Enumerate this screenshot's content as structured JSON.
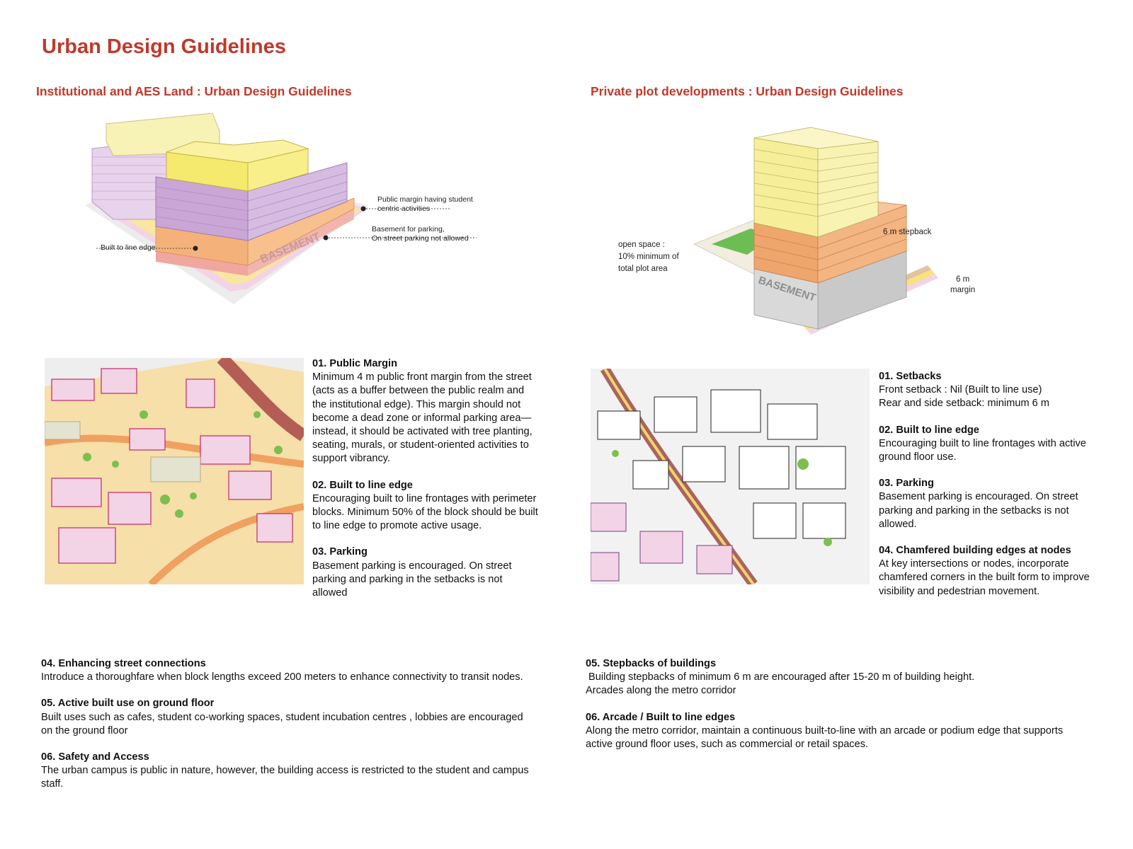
{
  "page": {
    "title": "Urban Design Guidelines"
  },
  "left": {
    "section_title": "Institutional and AES Land : Urban Design Guidelines",
    "diagram": {
      "label_public_margin": "Public margin having student centric activities",
      "label_public_margin_lines": [
        "Public margin having student",
        "centric activities"
      ],
      "label_basement_lines": [
        "Basement for parking,",
        "On street parking not allowed"
      ],
      "label_built_to_line": "Built to line edge",
      "basement_text": "BASEMENT"
    },
    "points": [
      {
        "heading": "01.  Public Margin",
        "body": "Minimum 4 m public front margin from the street (acts as a buffer between the public realm and the institutional edge). This margin should not become a dead zone or informal parking area—instead, it should be activated with tree planting, seating, murals, or student-oriented activities to support vibrancy."
      },
      {
        "heading": "02. Built to line edge",
        "body": "Encouraging built to line frontages with perimeter blocks. Minimum 50% of the block should be built to line edge to promote active usage."
      },
      {
        "heading": "03. Parking",
        "body": "Basement parking is encouraged. On street parking and parking in the setbacks is not allowed"
      }
    ],
    "lower_points": [
      {
        "heading": "04. Enhancing street connections",
        "body": "Introduce a thoroughfare when block lengths exceed 200 meters to enhance connectivity to transit nodes."
      },
      {
        "heading": "05. Active built use on ground floor",
        "body": "Built uses such as cafes, student co-working spaces, student incubation centres , lobbies are encouraged on the ground floor"
      },
      {
        "heading": "06. Safety and Access",
        "body": "The urban campus is public in nature, however, the building access is restricted to the student and campus staff."
      }
    ]
  },
  "right": {
    "section_title": "Private plot developments : Urban Design Guidelines",
    "diagram": {
      "label_open_space_lines": [
        "open space :",
        "10% minimum of",
        "total plot area"
      ],
      "label_stepback": "6 m stepback",
      "label_margin_lines": [
        "6  m",
        "margin"
      ],
      "basement_text": "BASEMENT"
    },
    "points": [
      {
        "heading": "01.  Setbacks",
        "body_lines": [
          "Front setback : Nil (Built to line use)",
          "Rear and side setback: minimum 6 m"
        ]
      },
      {
        "heading": "02. Built to line edge",
        "body": "Encouraging built to line frontages with active ground floor use."
      },
      {
        "heading": "03. Parking",
        "body": "Basement parking is encouraged. On street parking and parking in the setbacks is not allowed."
      },
      {
        "heading": "04. Chamfered building edges at nodes",
        "body": "At key intersections or nodes, incorporate chamfered corners in the built form to improve visibility and pedestrian movement."
      }
    ],
    "lower_points": [
      {
        "heading": "05. Stepbacks of buildings",
        "body_lines": [
          " Building stepbacks of minimum 6 m are encouraged after 15-20 m of building height.",
          "Arcades along the metro corridor"
        ]
      },
      {
        "heading": "06.  Arcade / Built to line edges",
        "body": "Along the metro corridor, maintain a continuous built-to-line with an arcade or podium edge that supports active ground floor uses, such as commercial or retail spaces."
      }
    ]
  },
  "colors": {
    "accent_red": "#c0392b",
    "purple": "#c9a6d6",
    "yellow": "#f6ee99",
    "orange": "#f4b27a",
    "pink": "#f3d3e6",
    "green": "#6dbd55",
    "grey": "#d9d9d9"
  }
}
